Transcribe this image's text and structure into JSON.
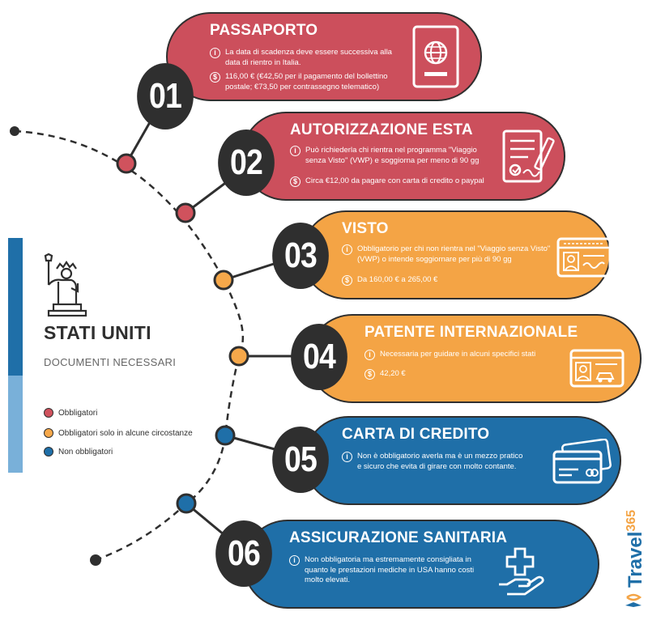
{
  "header": {
    "title": "STATI UNITI",
    "subtitle": "DOCUMENTI NECESSARI"
  },
  "legend": [
    {
      "label": "Obbligatori",
      "color": "#d0525d"
    },
    {
      "label": "Obbligatori solo in alcune circostanze",
      "color": "#f6a84a"
    },
    {
      "label": "Non obbligatori",
      "color": "#1f6fa8"
    }
  ],
  "colors": {
    "red": "#cc4f5c",
    "orange": "#f4a445",
    "blue": "#1f6fa8",
    "dark": "#2f2f2f"
  },
  "documents": [
    {
      "number": "01",
      "title": "PASSAPORTO",
      "category": "red",
      "icon": "passport-icon",
      "rows": [
        {
          "icon": "info-icon",
          "text": "La data di scadenza deve essere successiva alla data di rientro in Italia."
        },
        {
          "icon": "dollar-icon",
          "text": "116,00 € (€42,50 per il pagamento del bollettino postale; €73,50 per contrassegno telematico)"
        }
      ]
    },
    {
      "number": "02",
      "title": "AUTORIZZAZIONE ESTA",
      "category": "red",
      "icon": "form-signature-icon",
      "rows": [
        {
          "icon": "info-icon",
          "text": "Può richiederla chi rientra nel programma \"Viaggio senza Visto\" (VWP) e soggiorna per meno di 90 gg"
        },
        {
          "icon": "dollar-icon",
          "text": "Circa €12,00 da pagare con carta di credito o paypal"
        }
      ]
    },
    {
      "number": "03",
      "title": "VISTO",
      "category": "orange",
      "icon": "visa-icon",
      "rows": [
        {
          "icon": "info-icon",
          "text": "Obbligatorio per chi non rientra nel \"Viaggio senza Visto\" (VWP) o intende soggiornare per più di 90 gg"
        },
        {
          "icon": "dollar-icon",
          "text": "Da 160,00 € a 265,00 €"
        }
      ]
    },
    {
      "number": "04",
      "title": "PATENTE INTERNAZIONALE",
      "category": "orange",
      "icon": "driving-license-icon",
      "rows": [
        {
          "icon": "info-icon",
          "text": "Necessaria per guidare in alcuni specifici stati"
        },
        {
          "icon": "dollar-icon",
          "text": "42,20 €"
        }
      ]
    },
    {
      "number": "05",
      "title": "CARTA DI CREDITO",
      "category": "blue",
      "icon": "credit-cards-icon",
      "rows": [
        {
          "icon": "info-icon",
          "text": "Non è obbligatorio averla ma è un mezzo pratico e sicuro che evita di girare con molto contante."
        }
      ]
    },
    {
      "number": "06",
      "title": "ASSICURAZIONE SANITARIA",
      "category": "blue",
      "icon": "health-insurance-icon",
      "rows": [
        {
          "icon": "info-icon",
          "text": "Non obbligatoria ma estremamente consigliata in quanto le prestazioni mediche in USA hanno costi molto elevati."
        }
      ]
    }
  ],
  "brand": {
    "name": "Travel",
    "number": "365"
  }
}
